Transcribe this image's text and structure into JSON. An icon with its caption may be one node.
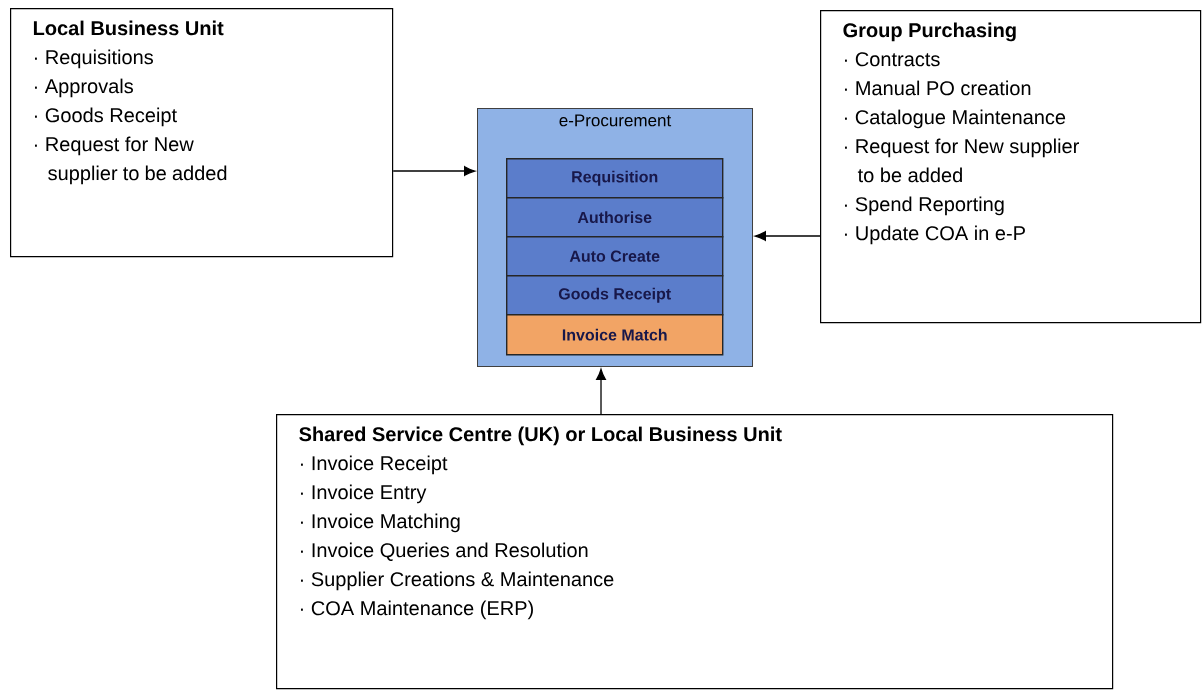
{
  "diagram": {
    "nodes": [
      {
        "text": [
          "Local Business Unit",
          "· Requisitions",
          "· Approvals",
          "· Goods Receipt",
          "· Request for New supplier to be added"
        ]
      },
      {
        "text": [
          "e-Procurement"
        ]
      },
      {
        "text": [
          "Requisition"
        ],
        "in": 1
      },
      {
        "text": [
          "Authorise"
        ],
        "in": 1
      },
      {
        "text": [
          "Auto Create"
        ],
        "in": 1
      },
      {
        "text": [
          "Goods Receipt"
        ],
        "in": 1
      },
      {
        "text": [
          "Invoice Match"
        ],
        "in": 1
      },
      {
        "text": [
          "Group Purchasing",
          "· Contracts",
          "· Manual PO creation",
          "· Catalogue Maintenance",
          "· Request for New supplier to be added",
          "· Spend Reporting",
          "· Update COA in e-P"
        ]
      },
      {
        "text": [
          "Shared Service Centre (UK) or Local Business Unit",
          "· Invoice Receipt",
          "· Invoice Entry",
          "· Invoice Matching",
          "· Invoice Queries and Resolution",
          "· Supplier Creations & Maintenance",
          "· COA Maintenance (ERP)"
        ]
      }
    ],
    "edges": [
      {
        "from": 0,
        "to": 1,
        "arrow": "to"
      },
      {
        "from": 7,
        "to": 1,
        "arrow": "to"
      },
      {
        "from": 8,
        "to": 1,
        "arrow": "to"
      }
    ]
  }
}
